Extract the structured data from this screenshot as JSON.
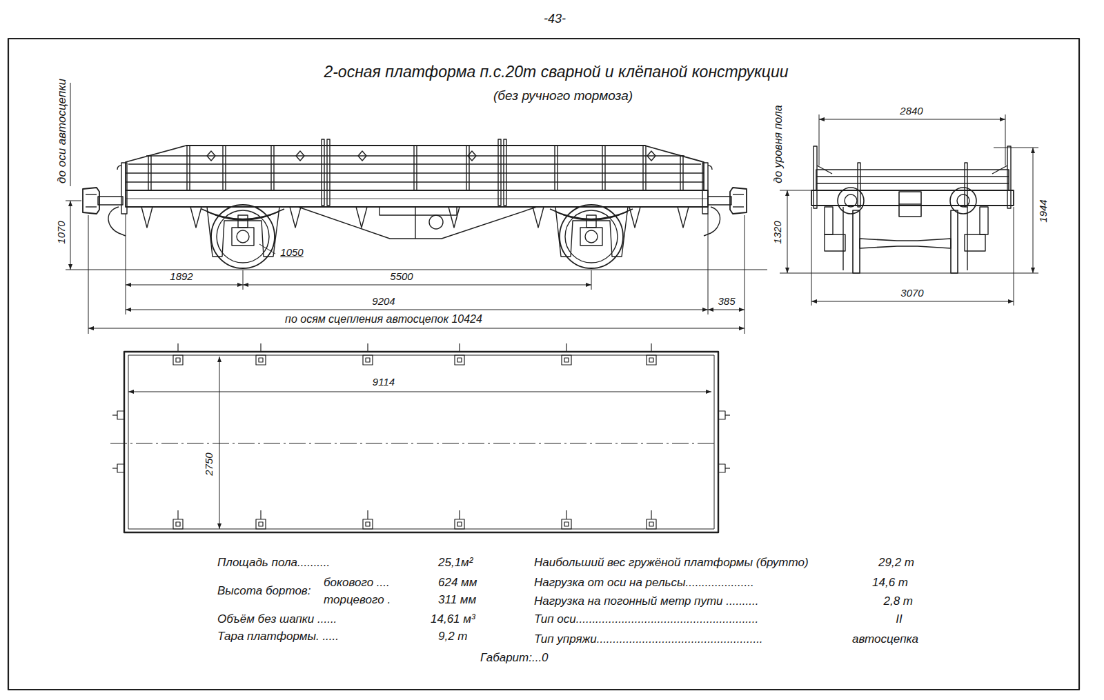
{
  "diagram": {
    "title": "2-осная платформа п.с.20т сварной и клёпаной конструкции",
    "labels": [
      "-43-",
      "(без ручного тормоза)",
      "до оси автосцепки",
      "1070",
      "1050",
      "1892",
      "5500",
      "9204",
      "385",
      "по осям сцепления автосцепок 10424",
      "2840",
      "до уровня пола",
      "1320",
      "1944",
      "3070",
      "9114",
      "2750",
      "Площадь пола..........",
      "25,1м²",
      "Высота бортов:",
      "бокового ....",
      "624 мм",
      "торцевого .",
      "311 мм",
      "Объём без шапки ......",
      "14,61 м³",
      "Тара платформы. .....",
      "9,2 т",
      "Наибольший вес гружёной платформы (брутто)",
      "29,2 т",
      "Нагрузка от оси на рельсы.....................",
      "14,6 т",
      "Нагрузка на погонный метр пути ..........",
      "2,8 т",
      "Тип оси........................................................",
      "II",
      "Тип упряжи...................................................",
      "автосцепка",
      "Габарит:...0"
    ]
  }
}
